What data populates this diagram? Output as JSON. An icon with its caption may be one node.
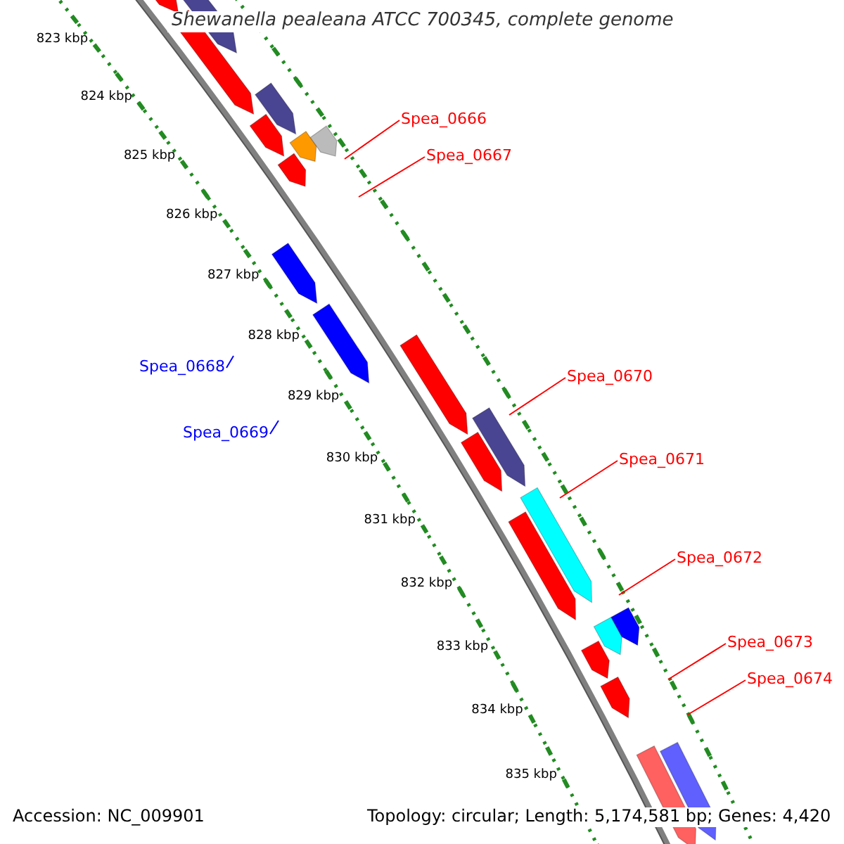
{
  "diagram": {
    "title": "Shewanella pealeana ATCC 700345, complete genome",
    "nodes": [
      {
        "text": [
          "Spea_0666"
        ]
      },
      {
        "text": [
          "Spea_0667"
        ]
      },
      {
        "text": [
          "Spea_0668"
        ]
      },
      {
        "text": [
          "Spea_0669"
        ]
      },
      {
        "text": [
          "Spea_0670"
        ]
      },
      {
        "text": [
          "Spea_0671"
        ]
      },
      {
        "text": [
          "Spea_0672"
        ]
      },
      {
        "text": [
          "Spea_0673"
        ]
      },
      {
        "text": [
          "Spea_0674"
        ]
      }
    ],
    "edges": [
      {
        "from": 0,
        "to": null,
        "arrow": "none",
        "color": "#ff0000"
      },
      {
        "from": 1,
        "to": null,
        "arrow": "none",
        "color": "#ff0000"
      },
      {
        "from": 2,
        "to": null,
        "arrow": "none",
        "color": "#0000ff"
      },
      {
        "from": 3,
        "to": null,
        "arrow": "none",
        "color": "#0000ff"
      },
      {
        "from": 4,
        "to": null,
        "arrow": "none",
        "color": "#ff0000"
      },
      {
        "from": 5,
        "to": null,
        "arrow": "none",
        "color": "#ff0000"
      },
      {
        "from": 6,
        "to": null,
        "arrow": "none",
        "color": "#ff0000"
      },
      {
        "from": 7,
        "to": null,
        "arrow": "none",
        "color": "#ff0000"
      },
      {
        "from": 8,
        "to": null,
        "arrow": "none",
        "color": "#ff0000"
      }
    ],
    "labels": [
      "823 kbp",
      "824 kbp",
      "825 kbp",
      "826 kbp",
      "827 kbp",
      "828 kbp",
      "829 kbp",
      "830 kbp",
      "831 kbp",
      "832 kbp",
      "833 kbp",
      "834 kbp",
      "835 kbp",
      "Accession: NC_009901",
      "Topology: circular; Length: 5,174,581 bp; Genes: 4,420"
    ]
  }
}
